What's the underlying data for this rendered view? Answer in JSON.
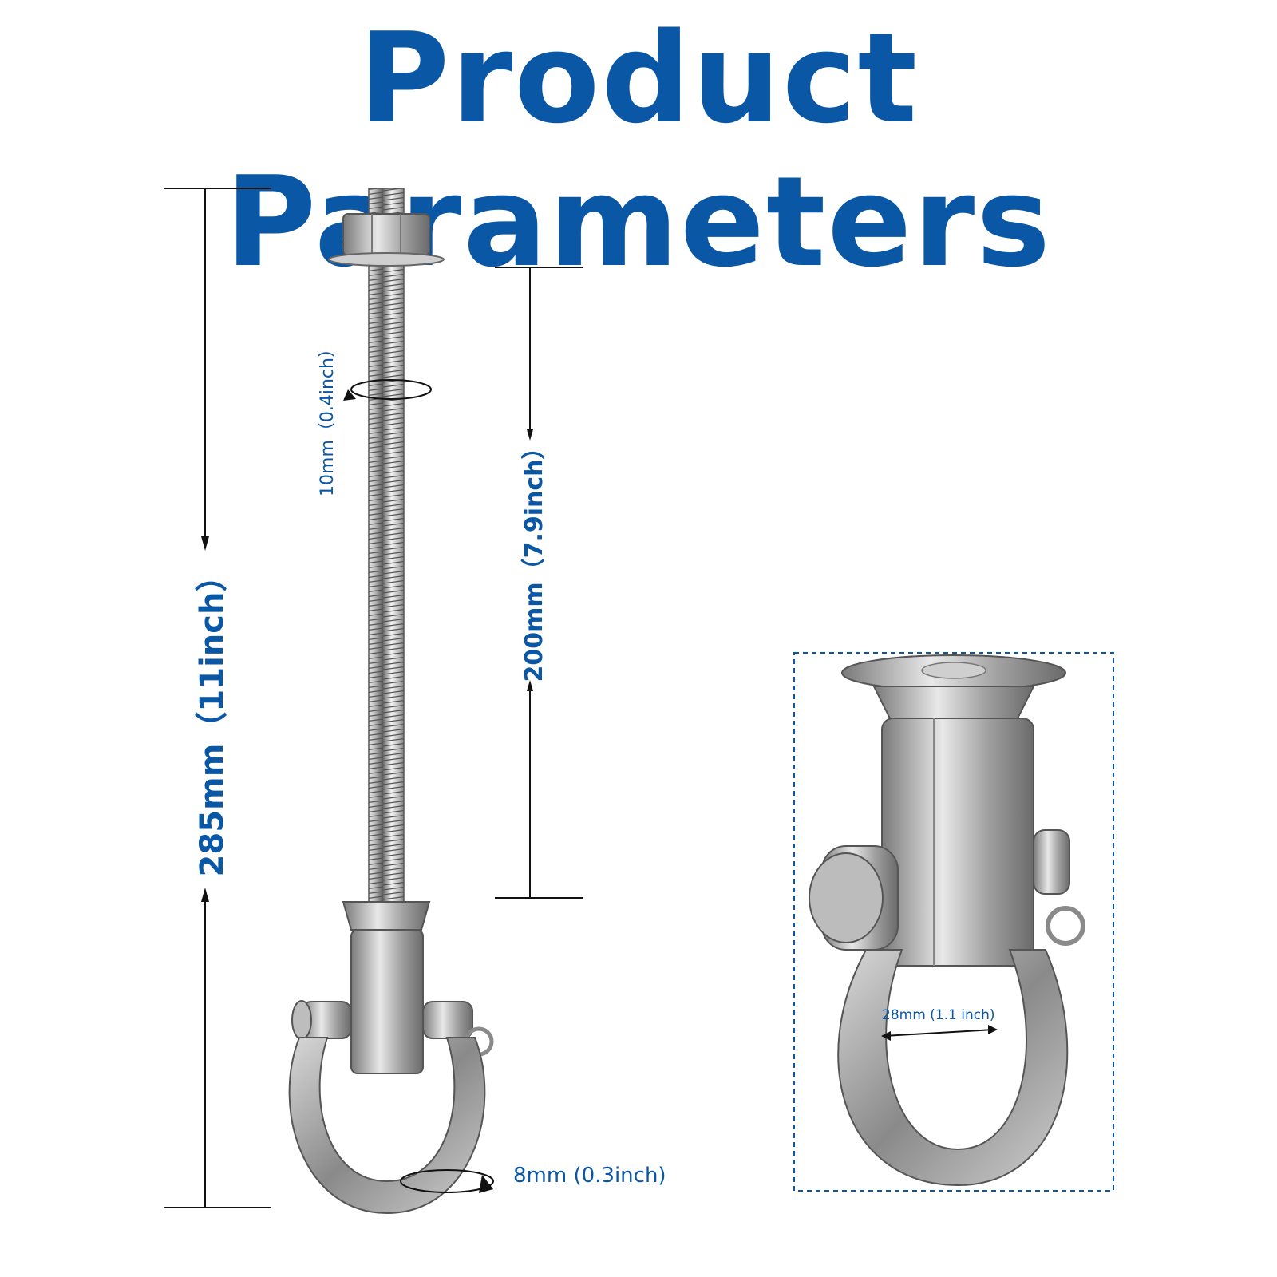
{
  "title": "Product Parameters",
  "colors": {
    "accent": "#0a57a6",
    "metal_light": "#e6e6e6",
    "metal_mid": "#a8a8a8",
    "metal_dark": "#5e5e5e",
    "ink": "#111111"
  },
  "dimensions": {
    "total_length": "285mm（11inch）",
    "thread_length": "200mm（7.9inch）",
    "thread_diameter": "10mm（0.4inch）",
    "ring_thickness": "8mm (0.3inch)",
    "ring_inner_width": "28mm (1.1 inch)"
  }
}
